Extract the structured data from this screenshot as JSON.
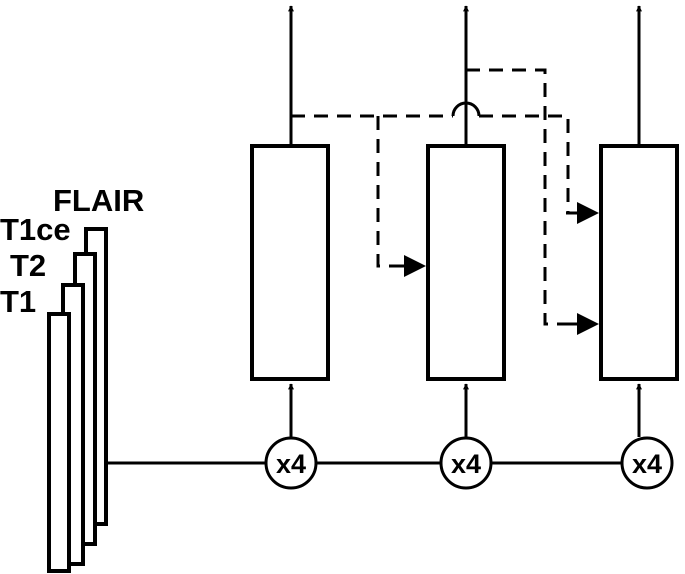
{
  "inputs": {
    "modalities": [
      "T1",
      "T2",
      "T1ce",
      "FLAIR"
    ]
  },
  "operators": [
    {
      "label": "x4"
    },
    {
      "label": "x4"
    },
    {
      "label": "x4"
    }
  ],
  "colors": {
    "stroke": "#000000",
    "background": "#ffffff"
  }
}
